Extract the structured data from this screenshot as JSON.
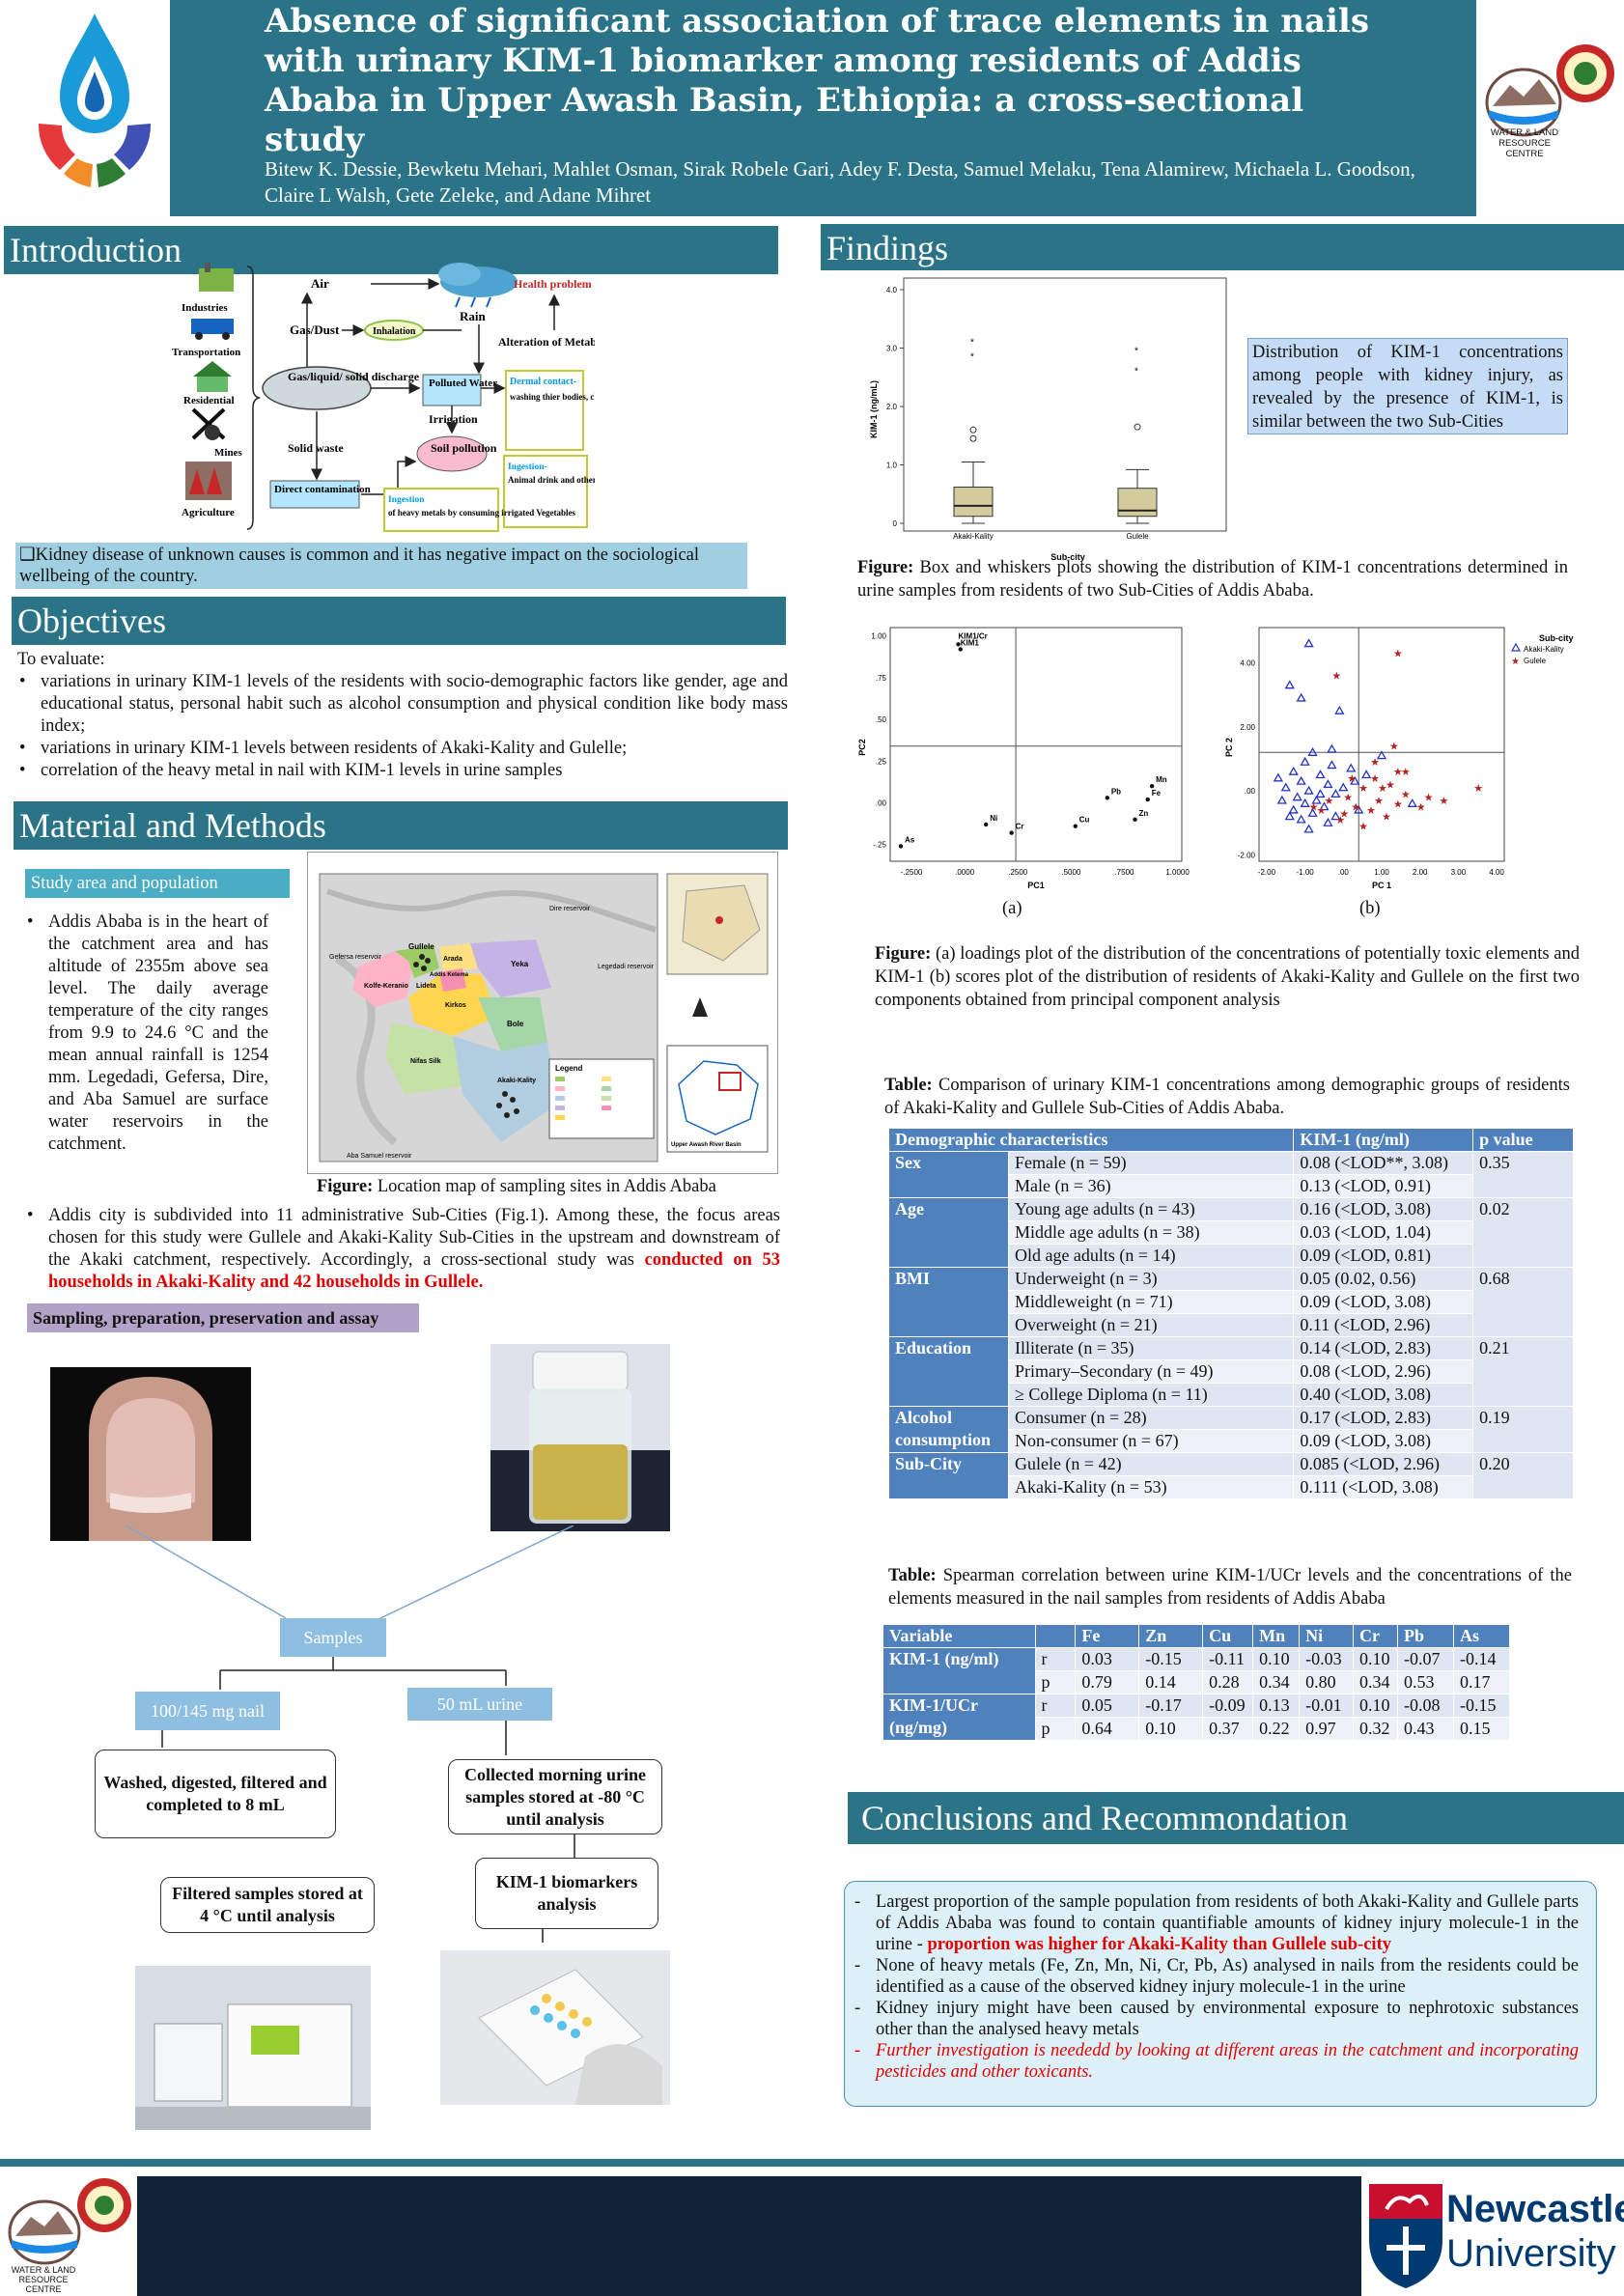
{
  "header": {
    "title": "Absence of significant association of trace elements in nails with urinary KIM-1 biomarker among residents of Addis Ababa in Upper Awash Basin, Ethiopia: a cross-sectional study",
    "authors": "Bitew K. Dessie, Bewketu Mehari, Mahlet Osman, Sirak Robele Gari, Adey F. Desta, Samuel Melaku, Tena Alamirew, Michaela L. Goodson, Claire L Walsh, Gete Zeleke,  and Adane Mihret",
    "centre_logo_text": "WATER & LAND RESOURCE CENTRE"
  },
  "introduction": {
    "heading": "Introduction",
    "diagram": {
      "sources": [
        "Industries",
        "Transportation",
        "Residential",
        "Mines",
        "Agriculture"
      ],
      "air": "Air",
      "rain": "Rain",
      "gas_dust": "Gas/Dust",
      "inhalation": "Inhalation",
      "discharge": "Gas/liquid/ solid discharge",
      "health_problem": "Health problem",
      "alteration": "Alteration of Metabolic activities",
      "polluted_water": "Polluted Water",
      "dermal": "Dermal contact-",
      "dermal_rest": "washing thier bodies, clothes, during mud house construction...",
      "irrigation": "Irrigation",
      "solid_waste": "Solid waste",
      "soil_pollution": "Soil pollution",
      "direct_contamination": "Direct contamination",
      "ingestion_animal_head": "Ingestion-",
      "ingestion_animal_rest": "Animal drink and other domestic applications",
      "ingestion_veg_head": "Ingestion",
      "ingestion_veg_rest": "of heavy metals by consuming irrigated Vegetables"
    },
    "note": "❑Kidney disease of unknown causes is common and it has negative impact on the sociological wellbeing of the country."
  },
  "objectives": {
    "heading": "Objectives",
    "lead": "To evaluate:",
    "items": [
      "variations in urinary KIM-1 levels of the residents with socio-demographic factors like gender, age and educational status, personal habit such as alcohol consumption and physical condition like body mass index;",
      "variations in urinary KIM-1 levels between residents of Akaki-Kality and Gulelle;",
      "correlation of the heavy metal in nail with KIM-1 levels in urine samples"
    ]
  },
  "methods": {
    "heading": "Material and Methods",
    "study_area_label": "Study area and population",
    "study_area_text": "Addis Ababa is in the heart of the catchment area and has altitude of 2355m above sea level. The daily average temperature of the city ranges from 9.9 to 24.6 °C and the mean annual rainfall is 1254 mm. Legedadi, Gefersa, Dire, and Aba Samuel are surface water reservoirs in the catchment.",
    "map_caption_bold": "Figure:",
    "map_caption": " Location map of sampling sites in Addis Ababa",
    "map_labels": {
      "dire": "Dire reservoir",
      "gefersa": "Gefersa reservoir",
      "legedadi": "Legedadi reservoir",
      "aba": "Aba Samuel reservoir",
      "basin": "Upper Awash River Basin",
      "legend": "Legend",
      "subcities": [
        "Gullele",
        "Kolfe-Keranio",
        "Lideta",
        "Kirkos",
        "Arada",
        "Yeka",
        "Bole",
        "Nifas Silk",
        "Akaki-Kality",
        "Addis Ketema"
      ]
    },
    "subcity_text_plain": "Addis city is subdivided into 11 administrative Sub-Cities (Fig.1). Among these, the focus areas chosen for this study were Gullele and Akaki-Kality Sub-Cities in the upstream and downstream of the Akaki catchment, respectively. Accordingly, a cross-sectional study was ",
    "subcity_text_red": "conducted on 53 households in Akaki-Kality and 42 households in Gullele.",
    "sampling_label": "Sampling, preparation, preservation and assay",
    "samples": "Samples",
    "nail": "100/145 mg nail",
    "urine": "50 mL urine",
    "washed": "Washed,  digested,  filtered and completed to 8 mL",
    "filtered": "Filtered samples stored at 4 °C until analysis",
    "collected": "Collected morning urine samples stored at -80 °C until analysis",
    "kim": "KIM-1  biomarkers analysis"
  },
  "findings": {
    "heading": "Findings",
    "boxplot_note": "Distribution of KIM-1 concentrations among people with kidney injury, as revealed by the presence of KIM-1, is similar between the two Sub-Cities",
    "boxplot_caption_bold": "Figure:",
    "boxplot_caption": " Box and whiskers plots showing the distribution of KIM-1 concentrations determined in urine samples from residents of two Sub-Cities of Addis Ababa.",
    "pca_caption_bold": "Figure:",
    "pca_caption": " (a) loadings plot of the distribution of the concentrations of potentially toxic elements and KIM-1 (b) scores plot of the distribution of residents of Akaki-Kality and Gullele on the first two components obtained from principal component analysis",
    "pca_a": "(a)",
    "pca_b": "(b)",
    "table1_caption_bold": "Table:",
    "table1_caption": " Comparison of urinary KIM-1 concentrations among demographic groups of residents of Akaki-Kality and Gullele Sub-Cities of Addis Ababa.",
    "table1": {
      "headers": [
        "Demographic characteristics",
        "KIM-1 (ng/ml)",
        "p value"
      ],
      "groups": [
        {
          "name": "Sex",
          "p": "0.35",
          "rows": [
            [
              "Female (n = 59)",
              "0.08 (<LOD**, 3.08)"
            ],
            [
              "Male (n = 36)",
              "0.13 (<LOD, 0.91)"
            ]
          ]
        },
        {
          "name": "Age",
          "p": "0.02",
          "rows": [
            [
              "Young age adults (n = 43)",
              "0.16 (<LOD, 3.08)"
            ],
            [
              "Middle age adults (n = 38)",
              "0.03 (<LOD, 1.04)"
            ],
            [
              "Old age adults (n = 14)",
              "0.09 (<LOD, 0.81)"
            ]
          ]
        },
        {
          "name": "BMI",
          "p": "0.68",
          "rows": [
            [
              "Underweight (n = 3)",
              "0.05 (0.02, 0.56)"
            ],
            [
              "Middleweight (n = 71)",
              "0.09 (<LOD, 3.08)"
            ],
            [
              "Overweight (n = 21)",
              "0.11 (<LOD, 2.96)"
            ]
          ]
        },
        {
          "name": "Education",
          "p": "0.21",
          "rows": [
            [
              "Illiterate (n = 35)",
              "0.14 (<LOD, 2.83)"
            ],
            [
              "Primary–Secondary (n = 49)",
              "0.08 (<LOD, 2.96)"
            ],
            [
              "≥ College Diploma (n = 11)",
              "0.40 (<LOD, 3.08)"
            ]
          ]
        },
        {
          "name": "Alcohol consumption",
          "p": "0.19",
          "rows": [
            [
              "Consumer (n = 28)",
              "0.17 (<LOD, 2.83)"
            ],
            [
              "Non-consumer (n = 67)",
              "0.09 (<LOD, 3.08)"
            ]
          ]
        },
        {
          "name": "Sub-City",
          "p": "0.20",
          "rows": [
            [
              "Gulele (n = 42)",
              "0.085 (<LOD, 2.96)"
            ],
            [
              "Akaki-Kality (n = 53)",
              "0.111 (<LOD, 3.08)"
            ]
          ]
        }
      ]
    },
    "table2_caption_bold": "Table:",
    "table2_caption": " Spearman correlation between urine KIM-1/UCr levels and the concentrations of the elements measured in the nail samples from residents of Addis Ababa",
    "table2": {
      "headers": [
        "Variable",
        "",
        "Fe",
        "Zn",
        "Cu",
        "Mn",
        "Ni",
        "Cr",
        "Pb",
        "As"
      ],
      "rows": [
        [
          "KIM-1 (ng/ml)",
          "r",
          "0.03",
          "-0.15",
          "-0.11",
          "0.10",
          "-0.03",
          "0.10",
          "-0.07",
          "-0.14"
        ],
        [
          "",
          "p",
          "0.79",
          "0.14",
          "0.28",
          "0.34",
          "0.80",
          "0.34",
          "0.53",
          "0.17"
        ],
        [
          "KIM-1/UCr (ng/mg)",
          "r",
          "0.05",
          "-0.17",
          "-0.09",
          "0.13",
          "-0.01",
          "0.10",
          "-0.08",
          "-0.15"
        ],
        [
          "",
          "p",
          "0.64",
          "0.10",
          "0.37",
          "0.22",
          "0.97",
          "0.32",
          "0.43",
          "0.15"
        ]
      ]
    }
  },
  "conclusions": {
    "heading": "Conclusions and Recommondation",
    "item1_plain": "Largest proportion of the sample population from residents of both Akaki-Kality and Gullele parts of Addis Ababa was found to contain quantifiable amounts of kidney injury molecule-1 in the urine - ",
    "item1_red": "proportion was higher for Akaki-Kality than Gullele sub-city",
    "item2": " None of heavy metals (Fe, Zn, Mn, Ni, Cr, Pb, As) analysed in nails from the residents could be identified as a cause of the observed kidney injury molecule-1 in the urine",
    "item3": "Kidney injury might have been caused by environmental exposure to nephrotoxic substances other than the analysed heavy metals",
    "item4": "Further investigation is neededd by looking at different areas in the catchment and incorporating pesticides and other toxicants."
  },
  "footer": {
    "centre_logo_text": "WATER & LAND RESOURCE CENTRE",
    "university_line1": "Newcastle",
    "university_line2": "University"
  },
  "chart_data": [
    {
      "type": "box",
      "title": "",
      "xlabel": "Sub-city",
      "ylabel": "KIM-1 (ng/mL)",
      "ylim": [
        0,
        4
      ],
      "yticks": [
        "0",
        "1.0",
        "2.0",
        "3.0",
        "4.0"
      ],
      "categories": [
        "Akaki-Kality",
        "Gulele"
      ],
      "boxes": [
        {
          "min": 0,
          "q1": 0.12,
          "median": 0.3,
          "q3": 0.62,
          "max": 1.05,
          "outliers": [
            1.45,
            1.6,
            2.85,
            3.1
          ]
        },
        {
          "min": 0,
          "q1": 0.12,
          "median": 0.22,
          "q3": 0.6,
          "max": 0.92,
          "outliers": [
            1.65,
            2.6,
            2.95
          ]
        }
      ]
    },
    {
      "type": "scatter",
      "title": "",
      "xlabel": "PC1",
      "ylabel": "PC2",
      "xlim": [
        -0.35,
        1.02
      ],
      "ylim": [
        -0.35,
        1.05
      ],
      "xticks": [
        "-.2500",
        ".0000",
        ".2500",
        ".5000",
        ".7500",
        "1.0000"
      ],
      "yticks": [
        "1.00",
        ".75",
        ".50",
        ".25",
        ".00",
        "-.25"
      ],
      "points": [
        {
          "label": "KIM1/Cr",
          "x": -0.03,
          "y": 0.95
        },
        {
          "label": "KIM1",
          "x": -0.02,
          "y": 0.92
        },
        {
          "label": "As",
          "x": -0.3,
          "y": -0.26
        },
        {
          "label": "Ni",
          "x": 0.1,
          "y": -0.13
        },
        {
          "label": "Cr",
          "x": 0.22,
          "y": -0.18
        },
        {
          "label": "Cu",
          "x": 0.52,
          "y": -0.14
        },
        {
          "label": "Pb",
          "x": 0.67,
          "y": 0.03
        },
        {
          "label": "Zn",
          "x": 0.8,
          "y": -0.1
        },
        {
          "label": "Mn",
          "x": 0.88,
          "y": 0.1
        },
        {
          "label": "Fe",
          "x": 0.86,
          "y": 0.02
        }
      ]
    },
    {
      "type": "scatter",
      "title": "",
      "xlabel": "PC 1",
      "ylabel": "PC 2",
      "xlim": [
        -2.2,
        4.2
      ],
      "ylim": [
        -2.2,
        5.1
      ],
      "xticks": [
        "-2.00",
        "-1.00",
        ".00",
        "1.00",
        "2.00",
        "3.00",
        "4.00"
      ],
      "yticks": [
        "4.00",
        "2.00",
        ".00",
        "-2.00"
      ],
      "legend_title": "Sub-city",
      "series": [
        {
          "name": "Akaki-Kality",
          "points": [
            [
              -0.9,
              4.6
            ],
            [
              -1.4,
              3.3
            ],
            [
              -1.1,
              2.9
            ],
            [
              -0.1,
              2.5
            ],
            [
              -0.8,
              1.2
            ],
            [
              -1.0,
              0.9
            ],
            [
              -0.3,
              0.8
            ],
            [
              0.2,
              0.7
            ],
            [
              -1.3,
              0.6
            ],
            [
              -0.6,
              0.5
            ],
            [
              -1.1,
              0.3
            ],
            [
              -0.4,
              0.2
            ],
            [
              -1.5,
              0.1
            ],
            [
              -0.9,
              0.0
            ],
            [
              -0.2,
              -0.1
            ],
            [
              -1.2,
              -0.2
            ],
            [
              -0.7,
              -0.3
            ],
            [
              -1.6,
              -0.3
            ],
            [
              -1.0,
              -0.4
            ],
            [
              -0.5,
              -0.5
            ],
            [
              -1.3,
              -0.6
            ],
            [
              -0.8,
              -0.7
            ],
            [
              -0.2,
              -0.8
            ],
            [
              -1.1,
              -0.9
            ],
            [
              -0.4,
              -1.0
            ],
            [
              -0.9,
              -1.2
            ],
            [
              0.3,
              0.3
            ],
            [
              1.0,
              1.1
            ],
            [
              0.6,
              0.5
            ],
            [
              -0.6,
              -0.1
            ],
            [
              -1.4,
              -0.8
            ],
            [
              0.0,
              0.1
            ],
            [
              1.8,
              -0.4
            ],
            [
              0.4,
              -0.6
            ],
            [
              -1.7,
              0.4
            ],
            [
              -0.3,
              1.3
            ]
          ]
        },
        {
          "name": "Gulele",
          "points": [
            [
              1.4,
              4.3
            ],
            [
              -0.2,
              3.6
            ],
            [
              1.3,
              1.4
            ],
            [
              0.8,
              0.9
            ],
            [
              1.6,
              0.6
            ],
            [
              1.4,
              0.6
            ],
            [
              0.2,
              0.4
            ],
            [
              0.5,
              0.1
            ],
            [
              1.0,
              0.1
            ],
            [
              0.9,
              -0.3
            ],
            [
              0.1,
              -0.2
            ],
            [
              1.4,
              -0.4
            ],
            [
              0.3,
              -0.5
            ],
            [
              0.7,
              -0.6
            ],
            [
              1.1,
              -0.8
            ],
            [
              0.0,
              -0.7
            ],
            [
              -0.4,
              -0.3
            ],
            [
              -0.8,
              -0.5
            ],
            [
              2.2,
              -0.2
            ],
            [
              2.6,
              -0.3
            ],
            [
              3.5,
              0.1
            ],
            [
              2.0,
              -0.5
            ],
            [
              -0.1,
              -0.9
            ],
            [
              0.5,
              -1.1
            ],
            [
              1.6,
              -0.1
            ],
            [
              1.2,
              0.2
            ],
            [
              -0.6,
              -0.6
            ],
            [
              0.8,
              0.4
            ]
          ]
        }
      ]
    }
  ]
}
